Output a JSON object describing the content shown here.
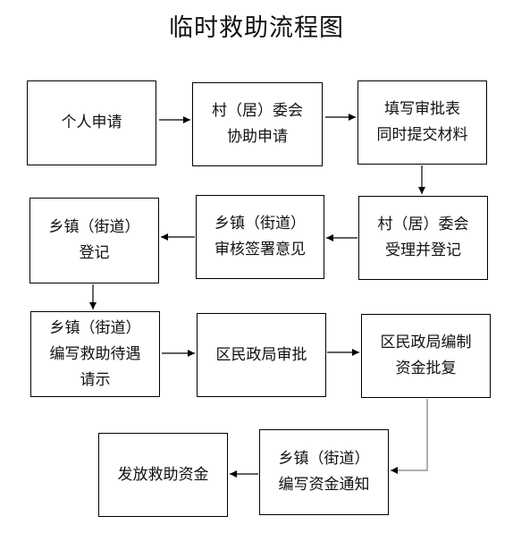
{
  "title": "临时救助流程图",
  "steps": [
    {
      "id": "s1",
      "text": "个人申请"
    },
    {
      "id": "s2",
      "text": "村（居）委会\n协助申请"
    },
    {
      "id": "s3",
      "text": "填写审批表\n同时提交材料"
    },
    {
      "id": "s4",
      "text": "村（居）委会\n受理并登记"
    },
    {
      "id": "s5",
      "text": "乡镇（街道）\n审核签署意见"
    },
    {
      "id": "s6",
      "text": "乡镇（街道）\n登记"
    },
    {
      "id": "s7",
      "text": "乡镇（街道）\n编写救助待遇\n请示"
    },
    {
      "id": "s8",
      "text": "区民政局审批"
    },
    {
      "id": "s9",
      "text": "区民政局编制\n资金批复"
    },
    {
      "id": "s10",
      "text": "乡镇（街道）\n编写资金通知"
    },
    {
      "id": "s11",
      "text": "发放救助资金"
    }
  ],
  "flow": [
    [
      "s1",
      "s2"
    ],
    [
      "s2",
      "s3"
    ],
    [
      "s3",
      "s4"
    ],
    [
      "s4",
      "s5"
    ],
    [
      "s5",
      "s6"
    ],
    [
      "s6",
      "s7"
    ],
    [
      "s7",
      "s8"
    ],
    [
      "s8",
      "s9"
    ],
    [
      "s9",
      "s10"
    ],
    [
      "s10",
      "s11"
    ]
  ],
  "colors": {
    "line": "#000000",
    "connector": "#7f7f7f",
    "background": "#ffffff"
  }
}
